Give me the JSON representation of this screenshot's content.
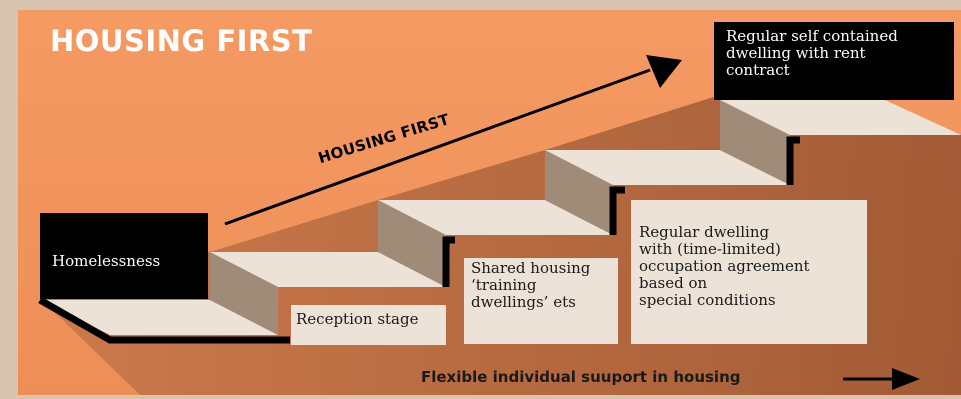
{
  "title": "HOUSING FIRST",
  "arrow_label": "HOUSING FIRST",
  "steps": {
    "homelessness": "Homelessness",
    "reception": "Reception stage",
    "shared": "Shared housing\n‘training\ndwellings’ ets",
    "regular": "Regular dwelling\nwith (time-limited)\noccupation agreement\nbased on\nspecial conditions",
    "top": "Regular self contained\ndwelling with rent\ncontract"
  },
  "footer": "Flexible individual suuport in housing",
  "colors": {
    "frame": "#d9c4b0",
    "panel": "#f5975f",
    "step_top": "#ece2d7",
    "step_riser": "#a08a78",
    "shadow": "#9f5a34",
    "ink": "#000000"
  }
}
